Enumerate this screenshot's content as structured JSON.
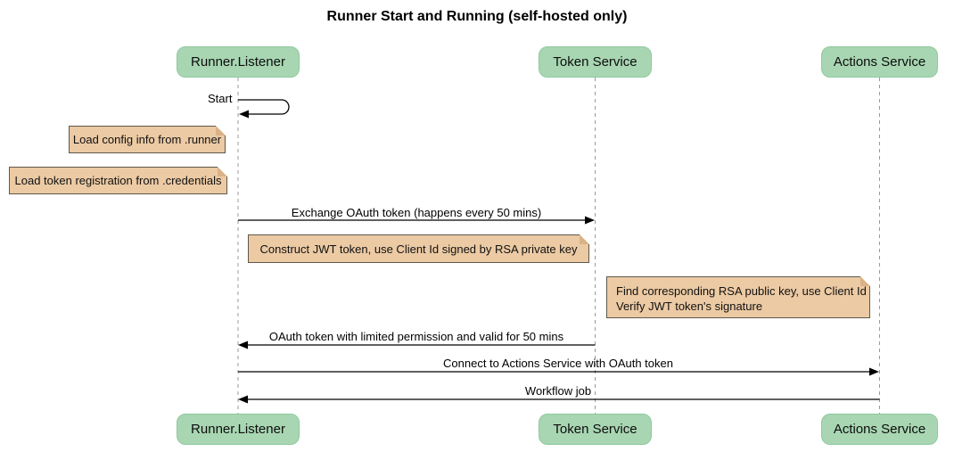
{
  "title": "Runner Start and Running (self-hosted only)",
  "participants": [
    {
      "name": "Runner.Listener"
    },
    {
      "name": "Token Service"
    },
    {
      "name": "Actions Service"
    }
  ],
  "messages": [
    {
      "label": "Start",
      "from": "Runner.Listener",
      "to": "Runner.Listener",
      "kind": "self"
    },
    {
      "label": "Exchange OAuth token (happens every 50 mins)",
      "from": "Runner.Listener",
      "to": "Token Service",
      "kind": "solid-arrow"
    },
    {
      "label": "OAuth token with limited permission and valid for 50 mins",
      "from": "Token Service",
      "to": "Runner.Listener",
      "kind": "solid-arrow"
    },
    {
      "label": "Connect to Actions Service with OAuth token",
      "from": "Runner.Listener",
      "to": "Actions Service",
      "kind": "solid-arrow"
    },
    {
      "label": "Workflow job",
      "from": "Actions Service",
      "to": "Runner.Listener",
      "kind": "solid-arrow"
    }
  ],
  "notes": [
    {
      "text": "Load config info from .runner",
      "position": "left of Runner.Listener"
    },
    {
      "text": "Load token registration from .credentials",
      "position": "left of Runner.Listener"
    },
    {
      "text": "Construct JWT token, use Client Id signed by RSA private key",
      "position": "over Runner.Listener and Token Service"
    },
    {
      "lines": [
        "Find corresponding RSA public key, use Client Id",
        "Verify JWT token's signature"
      ],
      "position": "over Token Service and Actions Service"
    }
  ],
  "colors": {
    "participant_fill": "#a8d6b2",
    "note_fill": "#eccaa4",
    "note_border": "#5f584c",
    "lifeline": "#999999",
    "arrow": "#000000",
    "text": "#000000"
  }
}
